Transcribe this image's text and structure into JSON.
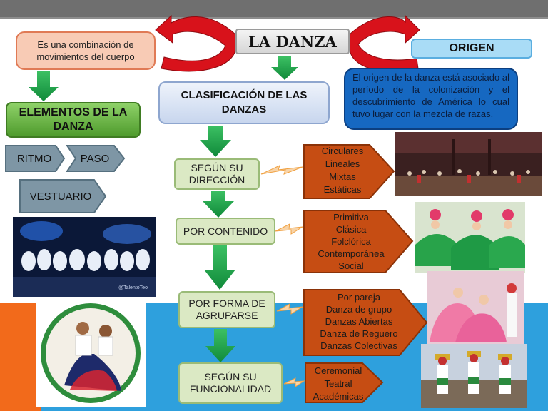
{
  "title": "LA DANZA",
  "definition": "Es una combinación de movimientos del cuerpo",
  "origin": {
    "title": "ORIGEN",
    "text": "El origen de la danza está asociado al período de la colonización y el descubrimiento de América lo cual tuvo lugar con la mezcla de razas."
  },
  "elements": {
    "title": "ELEMENTOS DE LA DANZA",
    "items": [
      "RITMO",
      "PASO",
      "VESTUARIO"
    ]
  },
  "classification": {
    "title": "CLASIFICACIÓN DE LAS DANZAS",
    "categories": [
      {
        "label": "SEGÚN SU DIRECCIÓN",
        "items": [
          "Circulares",
          "Lineales",
          "Mixtas",
          "Estáticas"
        ]
      },
      {
        "label": "POR CONTENIDO",
        "items": [
          "Primitiva",
          "Clásica",
          "Folclórica",
          "Contemporánea",
          "Social"
        ]
      },
      {
        "label": "POR FORMA DE AGRUPARSE",
        "items": [
          "Por pareja",
          "Danza de grupo",
          "Danzas Abiertas",
          "Danza de Reguero",
          "Danzas Colectivas"
        ]
      },
      {
        "label": "SEGÚN SU FUNCIONALIDAD",
        "items": [
          "Ceremonial",
          "Teatral",
          "Académicas"
        ]
      }
    ]
  },
  "photo_credit": "@TalentoTeo",
  "colors": {
    "accent_red": "#d8121b",
    "arrow_green": "#1aa34a",
    "chevron_orange": "#c0470f",
    "blue_band": "#2ea0dd"
  }
}
